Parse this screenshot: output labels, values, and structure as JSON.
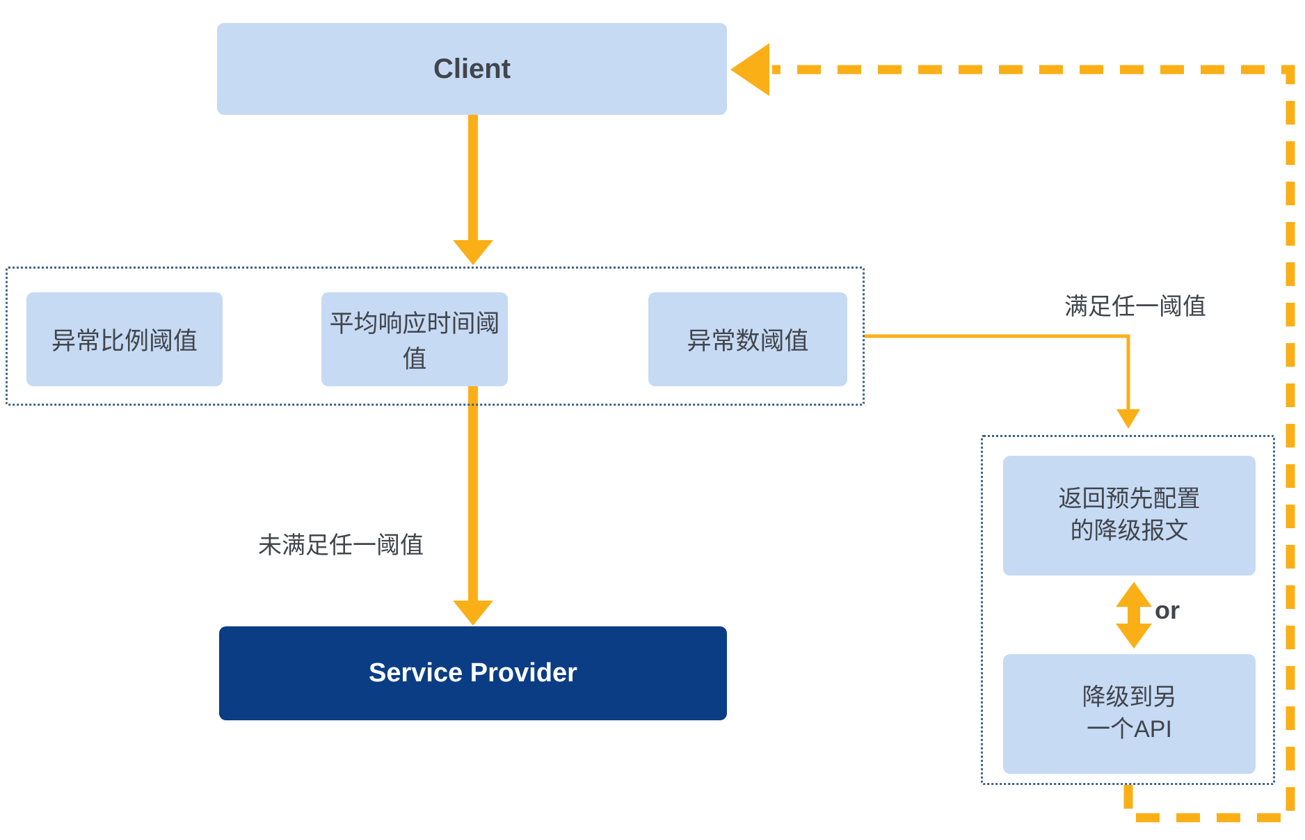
{
  "diagram": {
    "title_node": "Client",
    "colors": {
      "node_blue": "#c6daf3",
      "node_navy": "#0b3d85",
      "accent_orange": "#fbaf17",
      "group_border": "#3f6287",
      "text_dark": "#41454c",
      "text_light": "#ffffff"
    },
    "nodes": {
      "client": "Client",
      "service_provider": "Service Provider"
    },
    "threshold_group": {
      "boxes": [
        {
          "label": "异常比例阈值"
        },
        {
          "label": "平均响应时间阈值"
        },
        {
          "label": "异常数阈值"
        }
      ]
    },
    "fallback_group": {
      "boxes": [
        {
          "line1": "返回预先配置",
          "line2": "的降级报文"
        },
        {
          "line1": "降级到另",
          "line2": "一个API"
        }
      ],
      "connector_label": "or"
    },
    "edge_labels": {
      "satisfy_any": "满足任一阈值",
      "not_satisfy_any": "未满足任一阈值"
    }
  }
}
